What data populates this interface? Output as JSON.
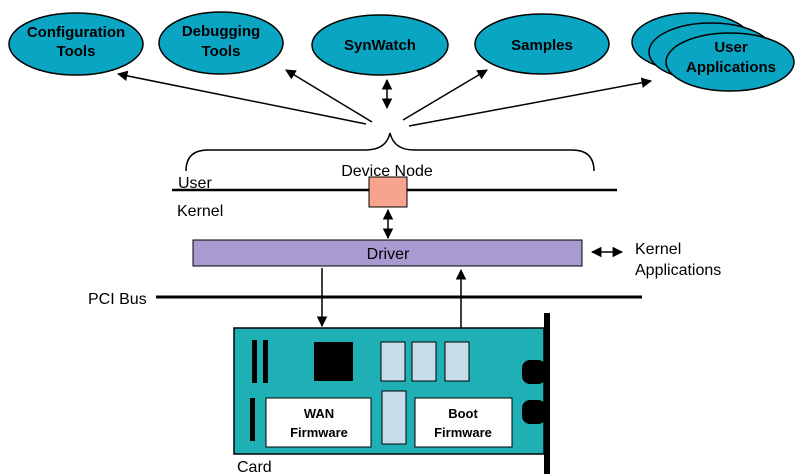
{
  "tools": {
    "configuration": [
      "Configuration",
      "Tools"
    ],
    "debugging": [
      "Debugging",
      "Tools"
    ],
    "synwatch": "SynWatch",
    "samples": "Samples",
    "user_apps": [
      "User",
      "Applications"
    ]
  },
  "device_node": "Device Node",
  "user_label": "User",
  "kernel_label": "Kernel",
  "driver": "Driver",
  "kernel_apps": [
    "Kernel",
    "Applications"
  ],
  "pci_bus": "PCI Bus",
  "wan_firmware": [
    "WAN",
    "Firmware"
  ],
  "boot_firmware": [
    "Boot",
    "Firmware"
  ],
  "card": "Card",
  "colors": {
    "ellipse_fill": "#0ba5c4",
    "device_node_fill": "#f6a48b",
    "driver_fill": "#a99bd2",
    "card_fill": "#1eb0b4",
    "chip_fill": "#c7dcea",
    "black": "#000000",
    "white": "#ffffff"
  }
}
